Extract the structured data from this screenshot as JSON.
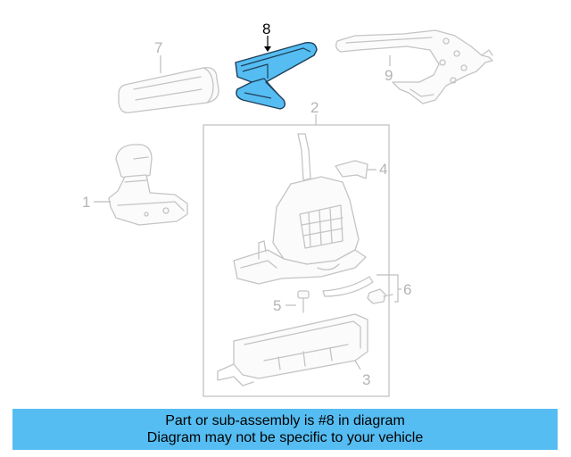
{
  "diagram": {
    "callouts": {
      "c1": "1",
      "c2": "2",
      "c3": "3",
      "c4": "4",
      "c5": "5",
      "c6": "6",
      "c7": "7",
      "c8": "8",
      "c9": "9"
    },
    "highlighted_part": "8",
    "highlight_color": "#55bdf2",
    "line_color": "#c4c4c4"
  },
  "banner": {
    "line1": "Part or sub-assembly is #8 in diagram",
    "line2": "Diagram may not be specific to your vehicle",
    "background": "#55bdf2"
  }
}
